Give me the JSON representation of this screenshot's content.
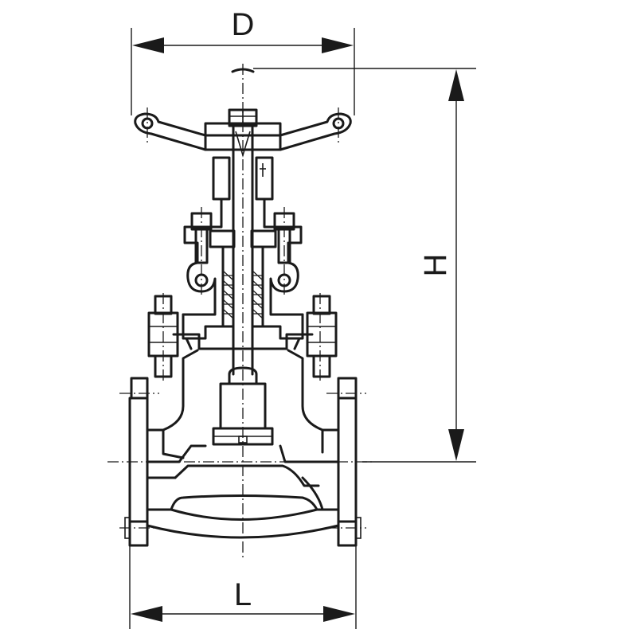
{
  "dimensions": {
    "diameter_label": "D",
    "height_label": "H",
    "length_label": "L"
  }
}
